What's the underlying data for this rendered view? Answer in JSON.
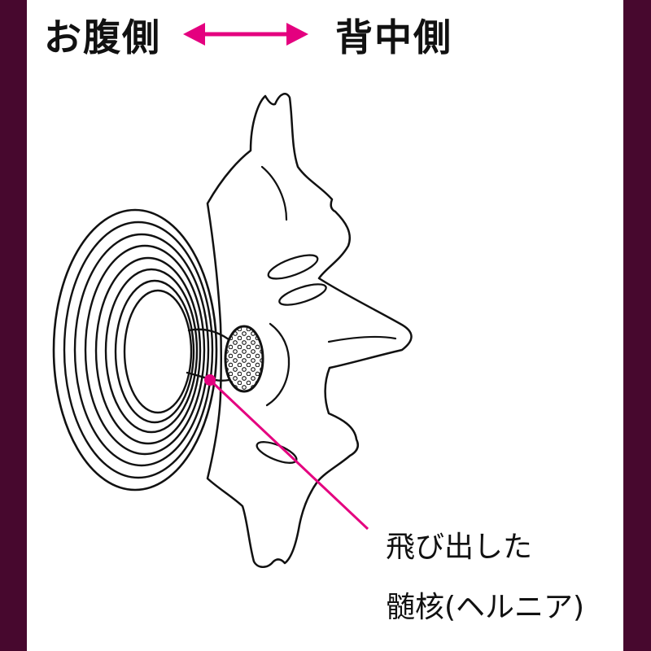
{
  "header": {
    "left_label": "お腹側",
    "right_label": "背中側"
  },
  "annotation": {
    "line1": "飛び出した",
    "line2": "髄核(ヘルニア)"
  },
  "icons": {
    "double_arrow": "left-right-arrow-icon"
  },
  "colors": {
    "accent_pink": "#e4007f",
    "frame_bar": "#47082e",
    "line_black": "#111111",
    "background": "#ffffff"
  }
}
